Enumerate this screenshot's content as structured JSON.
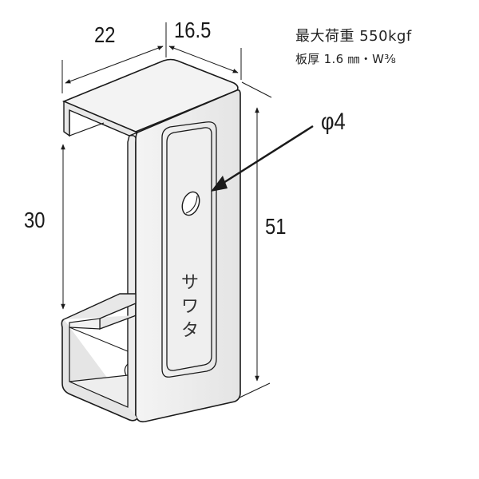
{
  "specs": {
    "max_load": "最大荷重 550kgf",
    "thickness": "板厚 1.6 ㎜・W⅜"
  },
  "dimensions": {
    "width": "22",
    "depth": "16.5",
    "inner_height": "30",
    "total_height": "51",
    "hole_diameter": "φ4"
  },
  "engraving": {
    "chars": [
      "サ",
      "ワ",
      "タ"
    ]
  },
  "colors": {
    "line": "#1a1a1a",
    "face_light": "#f2f2f2",
    "face_mid": "#e6e6e6",
    "face_dark": "#d9d9d9"
  }
}
